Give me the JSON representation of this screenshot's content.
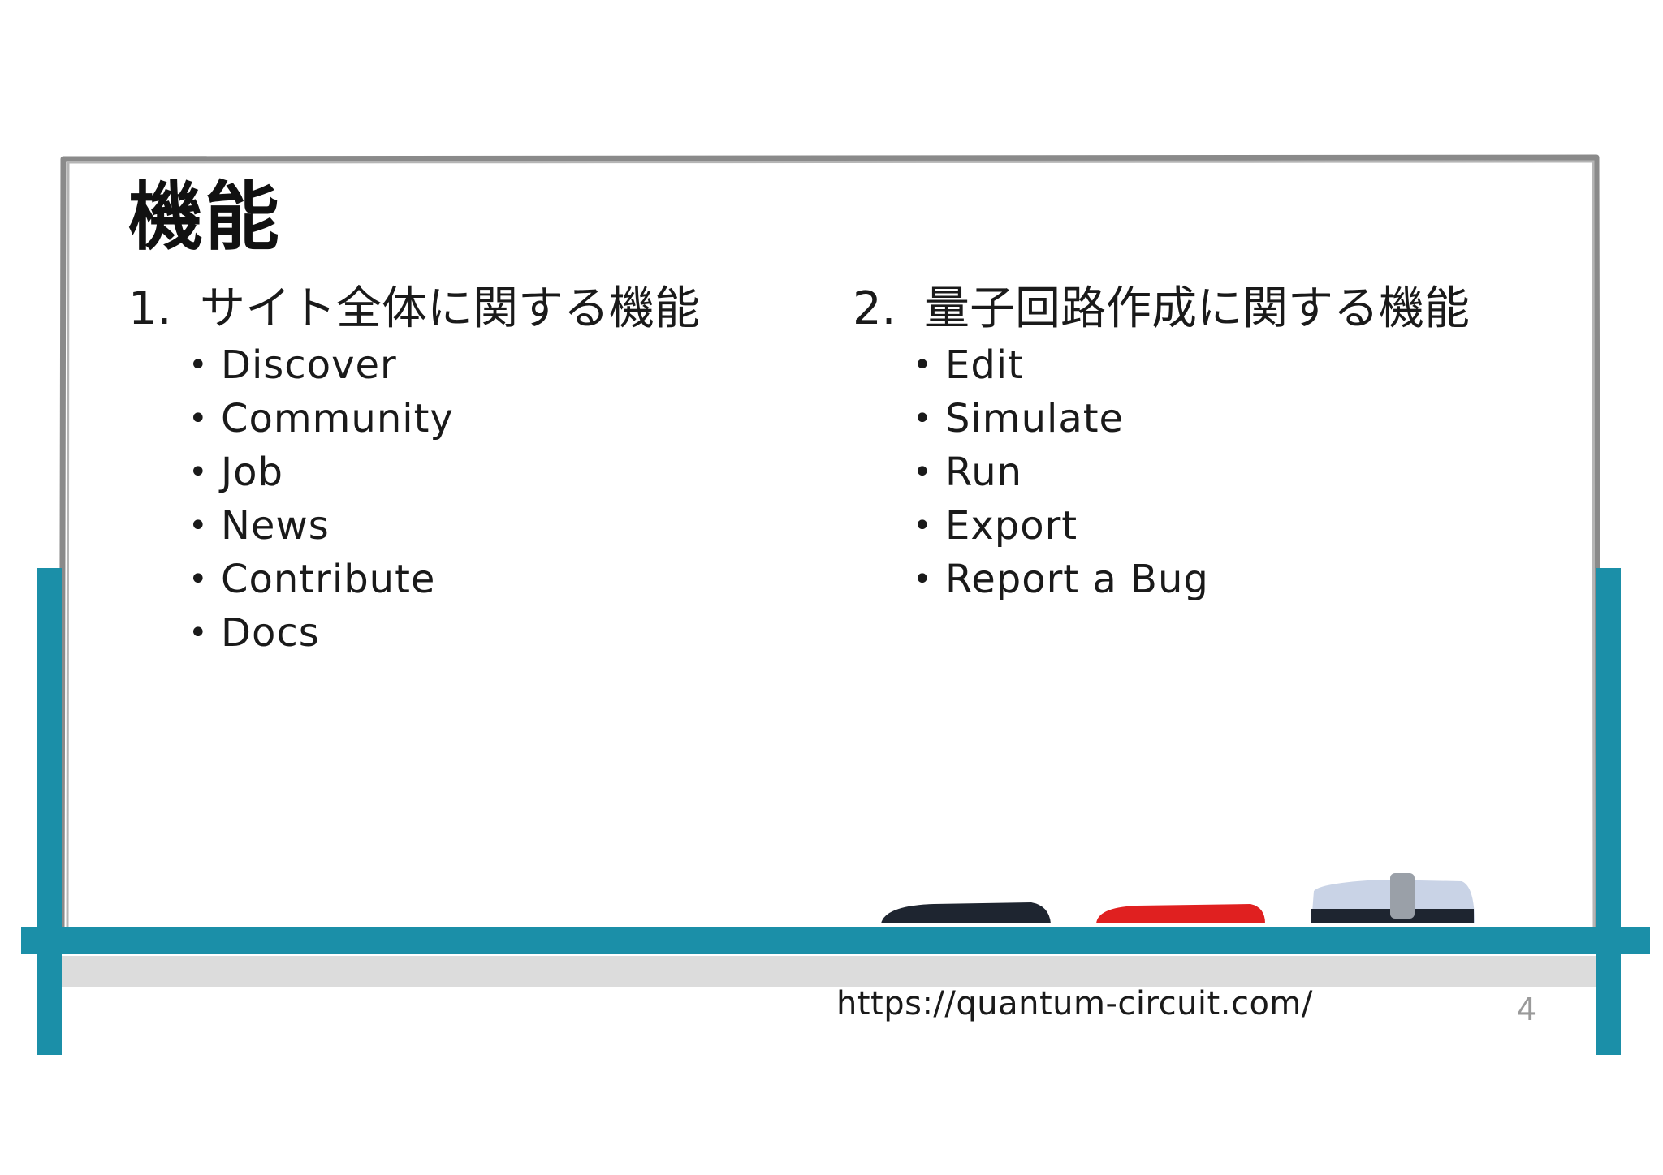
{
  "slide": {
    "title": "機能",
    "sections": [
      {
        "number": "1.",
        "heading": "サイト全体に関する機能",
        "items": [
          "Discover",
          "Community",
          "Job",
          "News",
          "Contribute",
          "Docs"
        ]
      },
      {
        "number": "2.",
        "heading": "量子回路作成に関する機能",
        "items": [
          "Edit",
          "Simulate",
          "Run",
          "Export",
          "Report a Bug"
        ]
      }
    ],
    "bullet_glyph": "•",
    "footer_url": "https://quantum-circuit.com/",
    "page_number": "4"
  },
  "colors": {
    "board_frame": "#8a8a8a",
    "board_rail": "#1b8fa8",
    "shelf_shadow": "#dcdcdc",
    "eraser_dark": "#1e2530",
    "eraser_red": "#e02020",
    "eraser_light": "#c9d3e6"
  }
}
